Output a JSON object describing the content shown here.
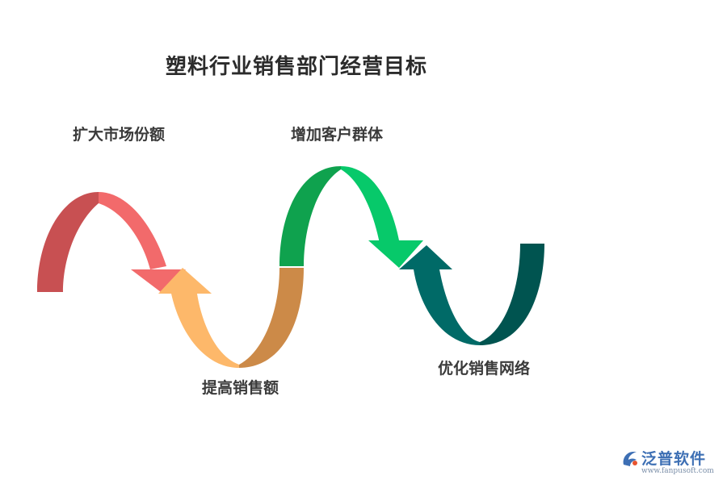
{
  "title": "塑料行业销售部门经营目标",
  "steps": [
    {
      "label": "扩大市场份额",
      "colors": {
        "dark": "#c85052",
        "light": "#f26a6b"
      }
    },
    {
      "label": "提高销售额",
      "colors": {
        "dark": "#cc8a48",
        "light": "#fdb86a"
      }
    },
    {
      "label": "增加客户群体",
      "colors": {
        "dark": "#0fa24e",
        "light": "#07c96a"
      }
    },
    {
      "label": "优化销售网络",
      "colors": {
        "dark": "#005450",
        "light": "#006a67"
      }
    }
  ],
  "logo": {
    "name": "泛普软件",
    "url": "www.fanpusoft.com",
    "icon": "fanpu-logo-icon"
  }
}
